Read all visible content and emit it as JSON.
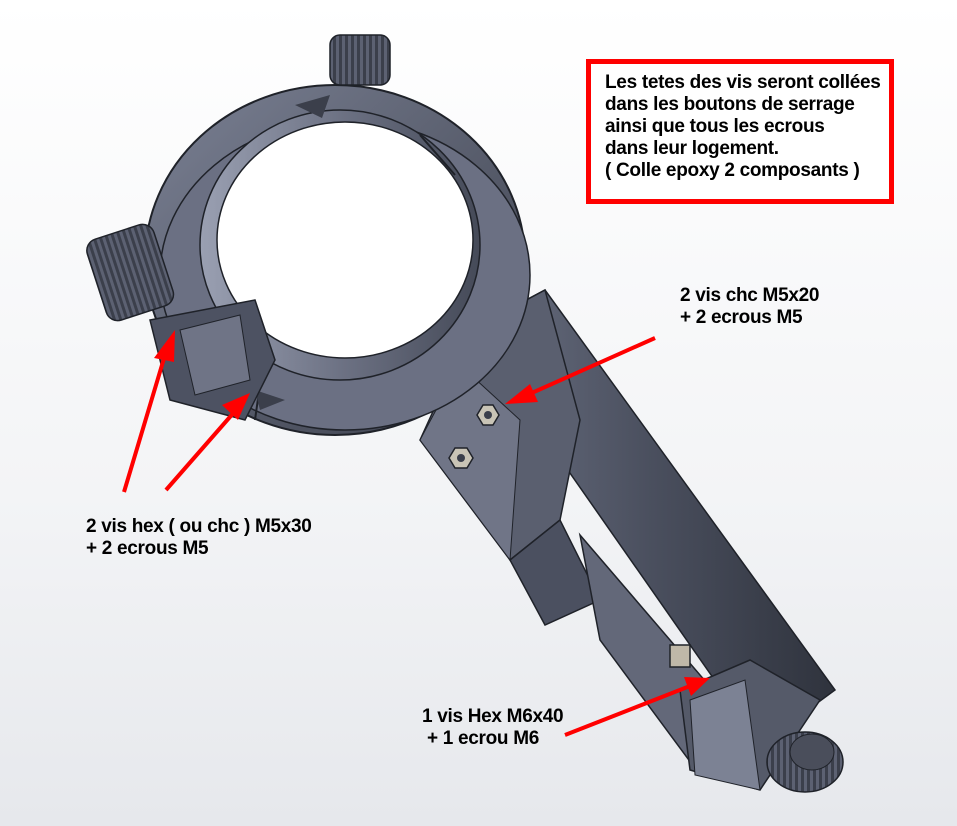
{
  "note": {
    "lines": [
      "Les tetes des vis seront collées",
      "dans les boutons de serrage",
      "ainsi que tous les ecrous",
      "dans leur logement.",
      "( Colle epoxy 2 composants )"
    ],
    "border_color": "#ff0000"
  },
  "callouts": {
    "top_right": {
      "line1": "2 vis chc M5x20",
      "line2": "+ 2 ecrous M5"
    },
    "left": {
      "line1": "2 vis hex ( ou chc ) M5x30",
      "line2": "+ 2 ecrous M5"
    },
    "bottom": {
      "line1": "1 vis Hex M6x40",
      "line2": " + 1 ecrou M6"
    }
  },
  "colors": {
    "arrow": "#ff0000",
    "part_dark": "#3f4350",
    "part_mid": "#5d6272",
    "part_light": "#8a90a3"
  }
}
